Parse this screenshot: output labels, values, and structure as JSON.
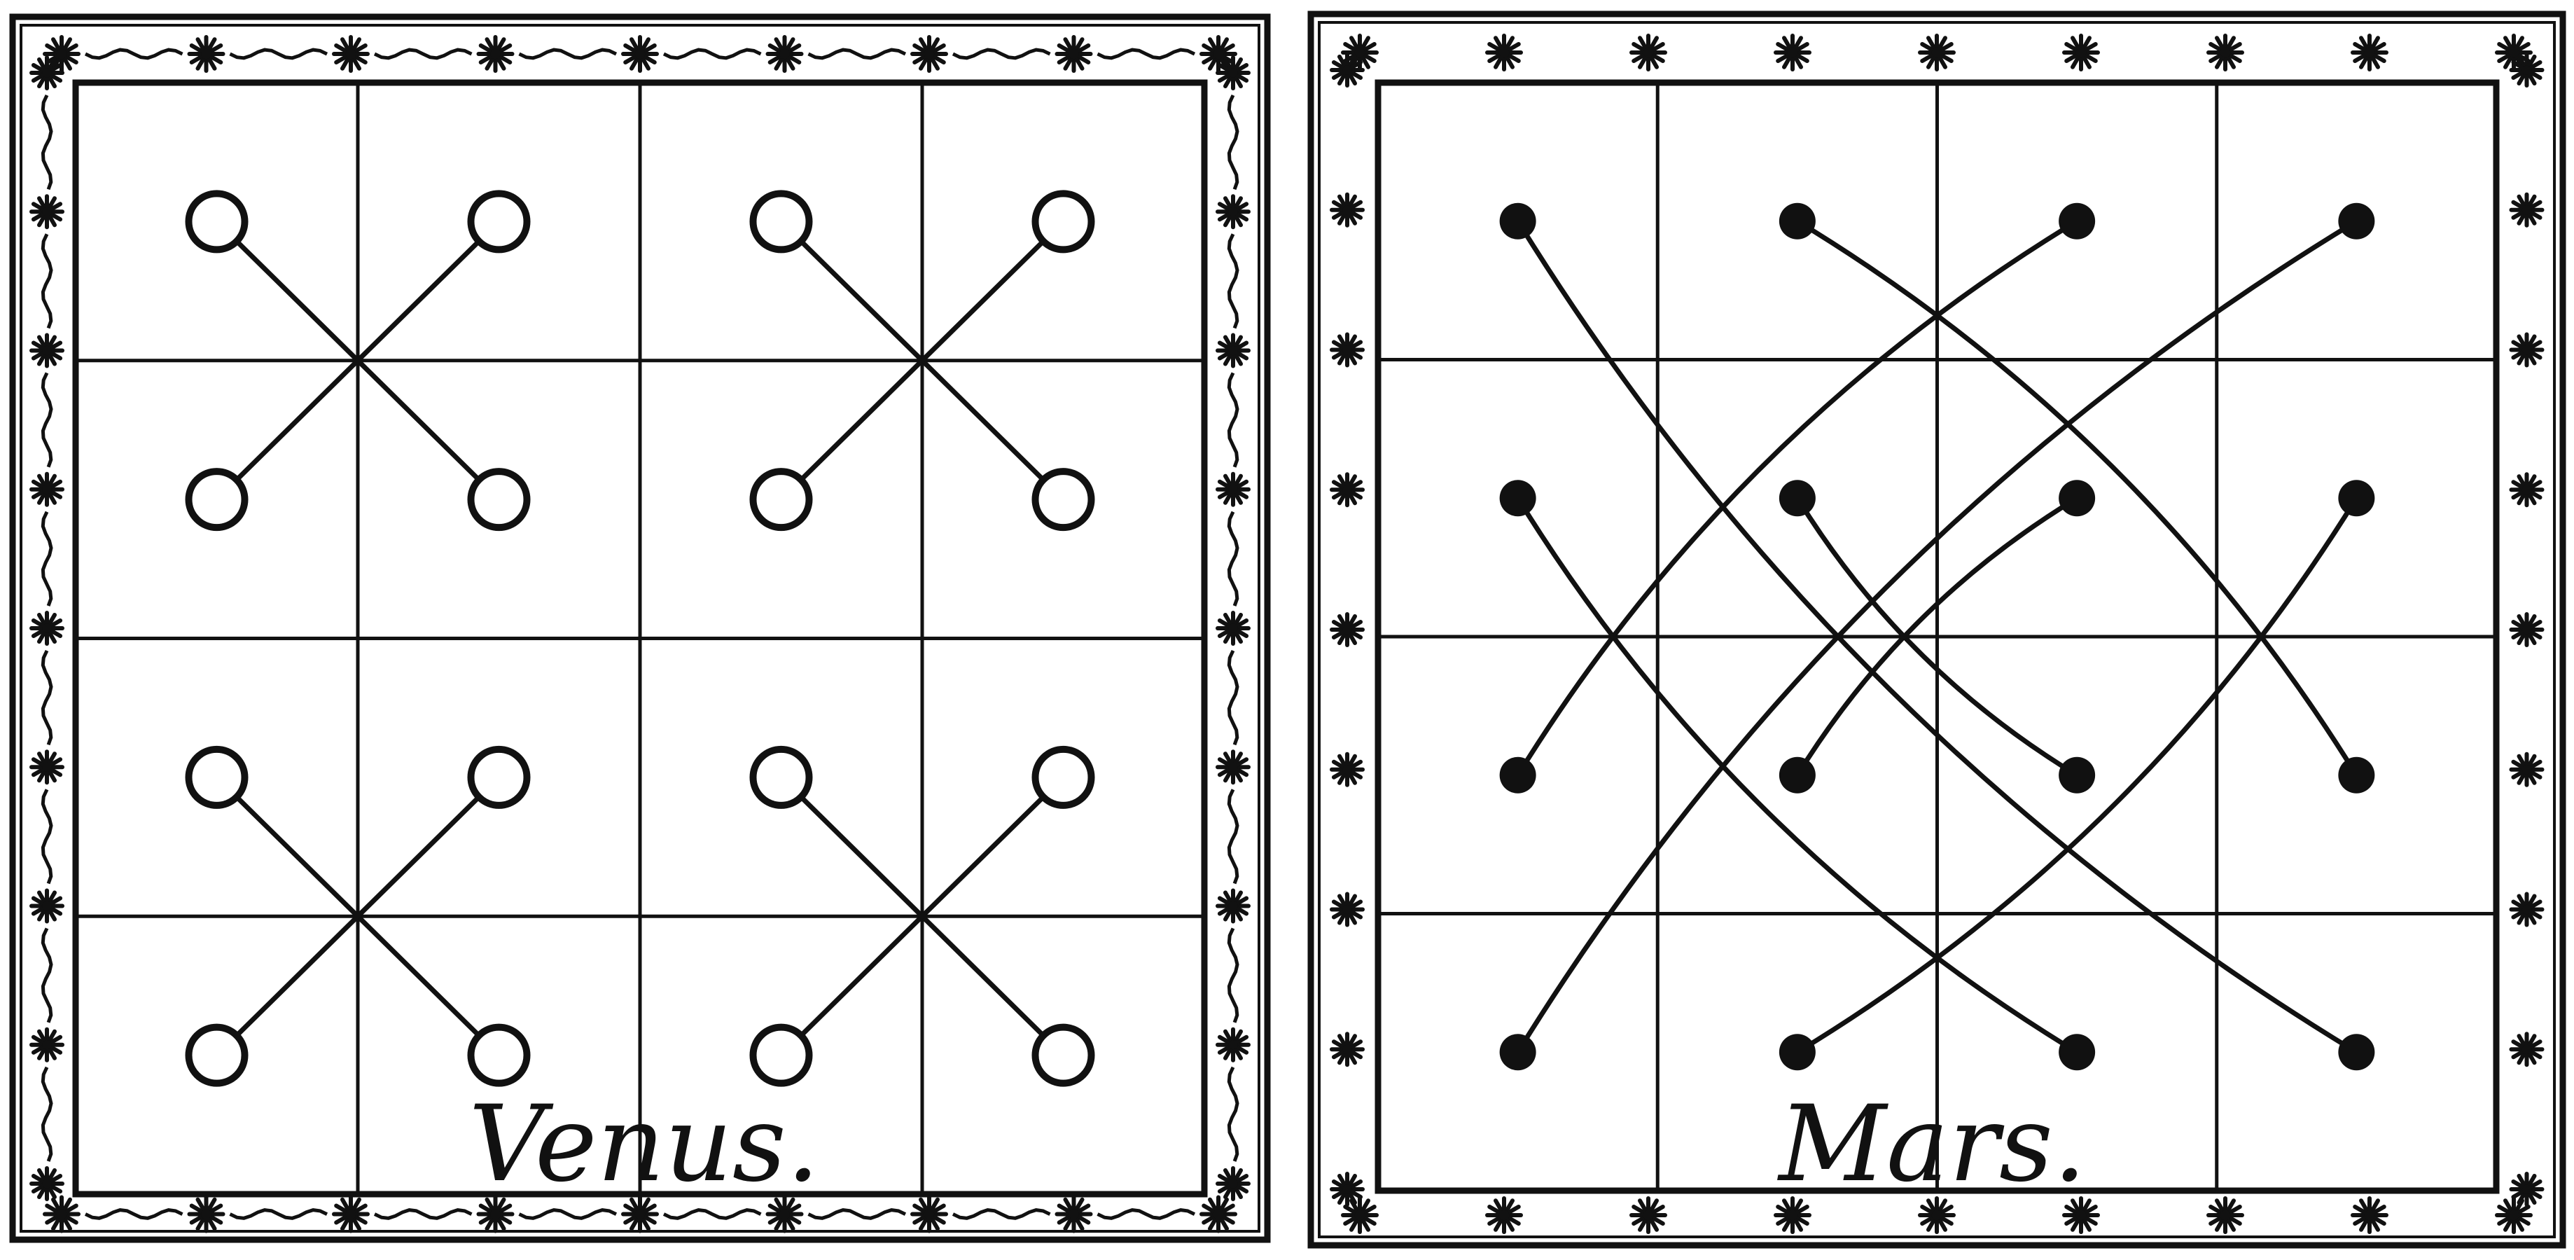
{
  "colors": {
    "ink": "#111111",
    "paper": "#ffffff"
  },
  "panels": [
    {
      "id": "venus",
      "caption": "Venus.",
      "grid": {
        "cols": 4,
        "rows": 4
      },
      "marker_style": "hollow",
      "connections": [
        {
          "from": [
            0.5,
            0.5
          ],
          "to": [
            1.5,
            1.5
          ]
        },
        {
          "from": [
            1.5,
            0.5
          ],
          "to": [
            0.5,
            1.5
          ]
        },
        {
          "from": [
            2.5,
            0.5
          ],
          "to": [
            3.5,
            1.5
          ]
        },
        {
          "from": [
            3.5,
            0.5
          ],
          "to": [
            2.5,
            1.5
          ]
        },
        {
          "from": [
            0.5,
            2.5
          ],
          "to": [
            1.5,
            3.5
          ]
        },
        {
          "from": [
            1.5,
            2.5
          ],
          "to": [
            0.5,
            3.5
          ]
        },
        {
          "from": [
            2.5,
            2.5
          ],
          "to": [
            3.5,
            3.5
          ]
        },
        {
          "from": [
            3.5,
            2.5
          ],
          "to": [
            2.5,
            3.5
          ]
        }
      ]
    },
    {
      "id": "mars",
      "caption": "Mars.",
      "grid": {
        "cols": 4,
        "rows": 4
      },
      "marker_style": "filled",
      "connections": [
        {
          "from": [
            0.5,
            0.5
          ],
          "to": [
            3.5,
            3.5
          ]
        },
        {
          "from": [
            1.5,
            0.5
          ],
          "to": [
            3.5,
            2.5
          ]
        },
        {
          "from": [
            2.5,
            0.5
          ],
          "to": [
            0.5,
            2.5
          ]
        },
        {
          "from": [
            3.5,
            0.5
          ],
          "to": [
            0.5,
            3.5
          ]
        },
        {
          "from": [
            0.5,
            1.5
          ],
          "to": [
            2.5,
            3.5
          ]
        },
        {
          "from": [
            1.5,
            1.5
          ],
          "to": [
            2.5,
            2.5
          ]
        },
        {
          "from": [
            2.5,
            1.5
          ],
          "to": [
            1.5,
            2.5
          ]
        },
        {
          "from": [
            3.5,
            1.5
          ],
          "to": [
            1.5,
            3.5
          ]
        }
      ]
    }
  ]
}
